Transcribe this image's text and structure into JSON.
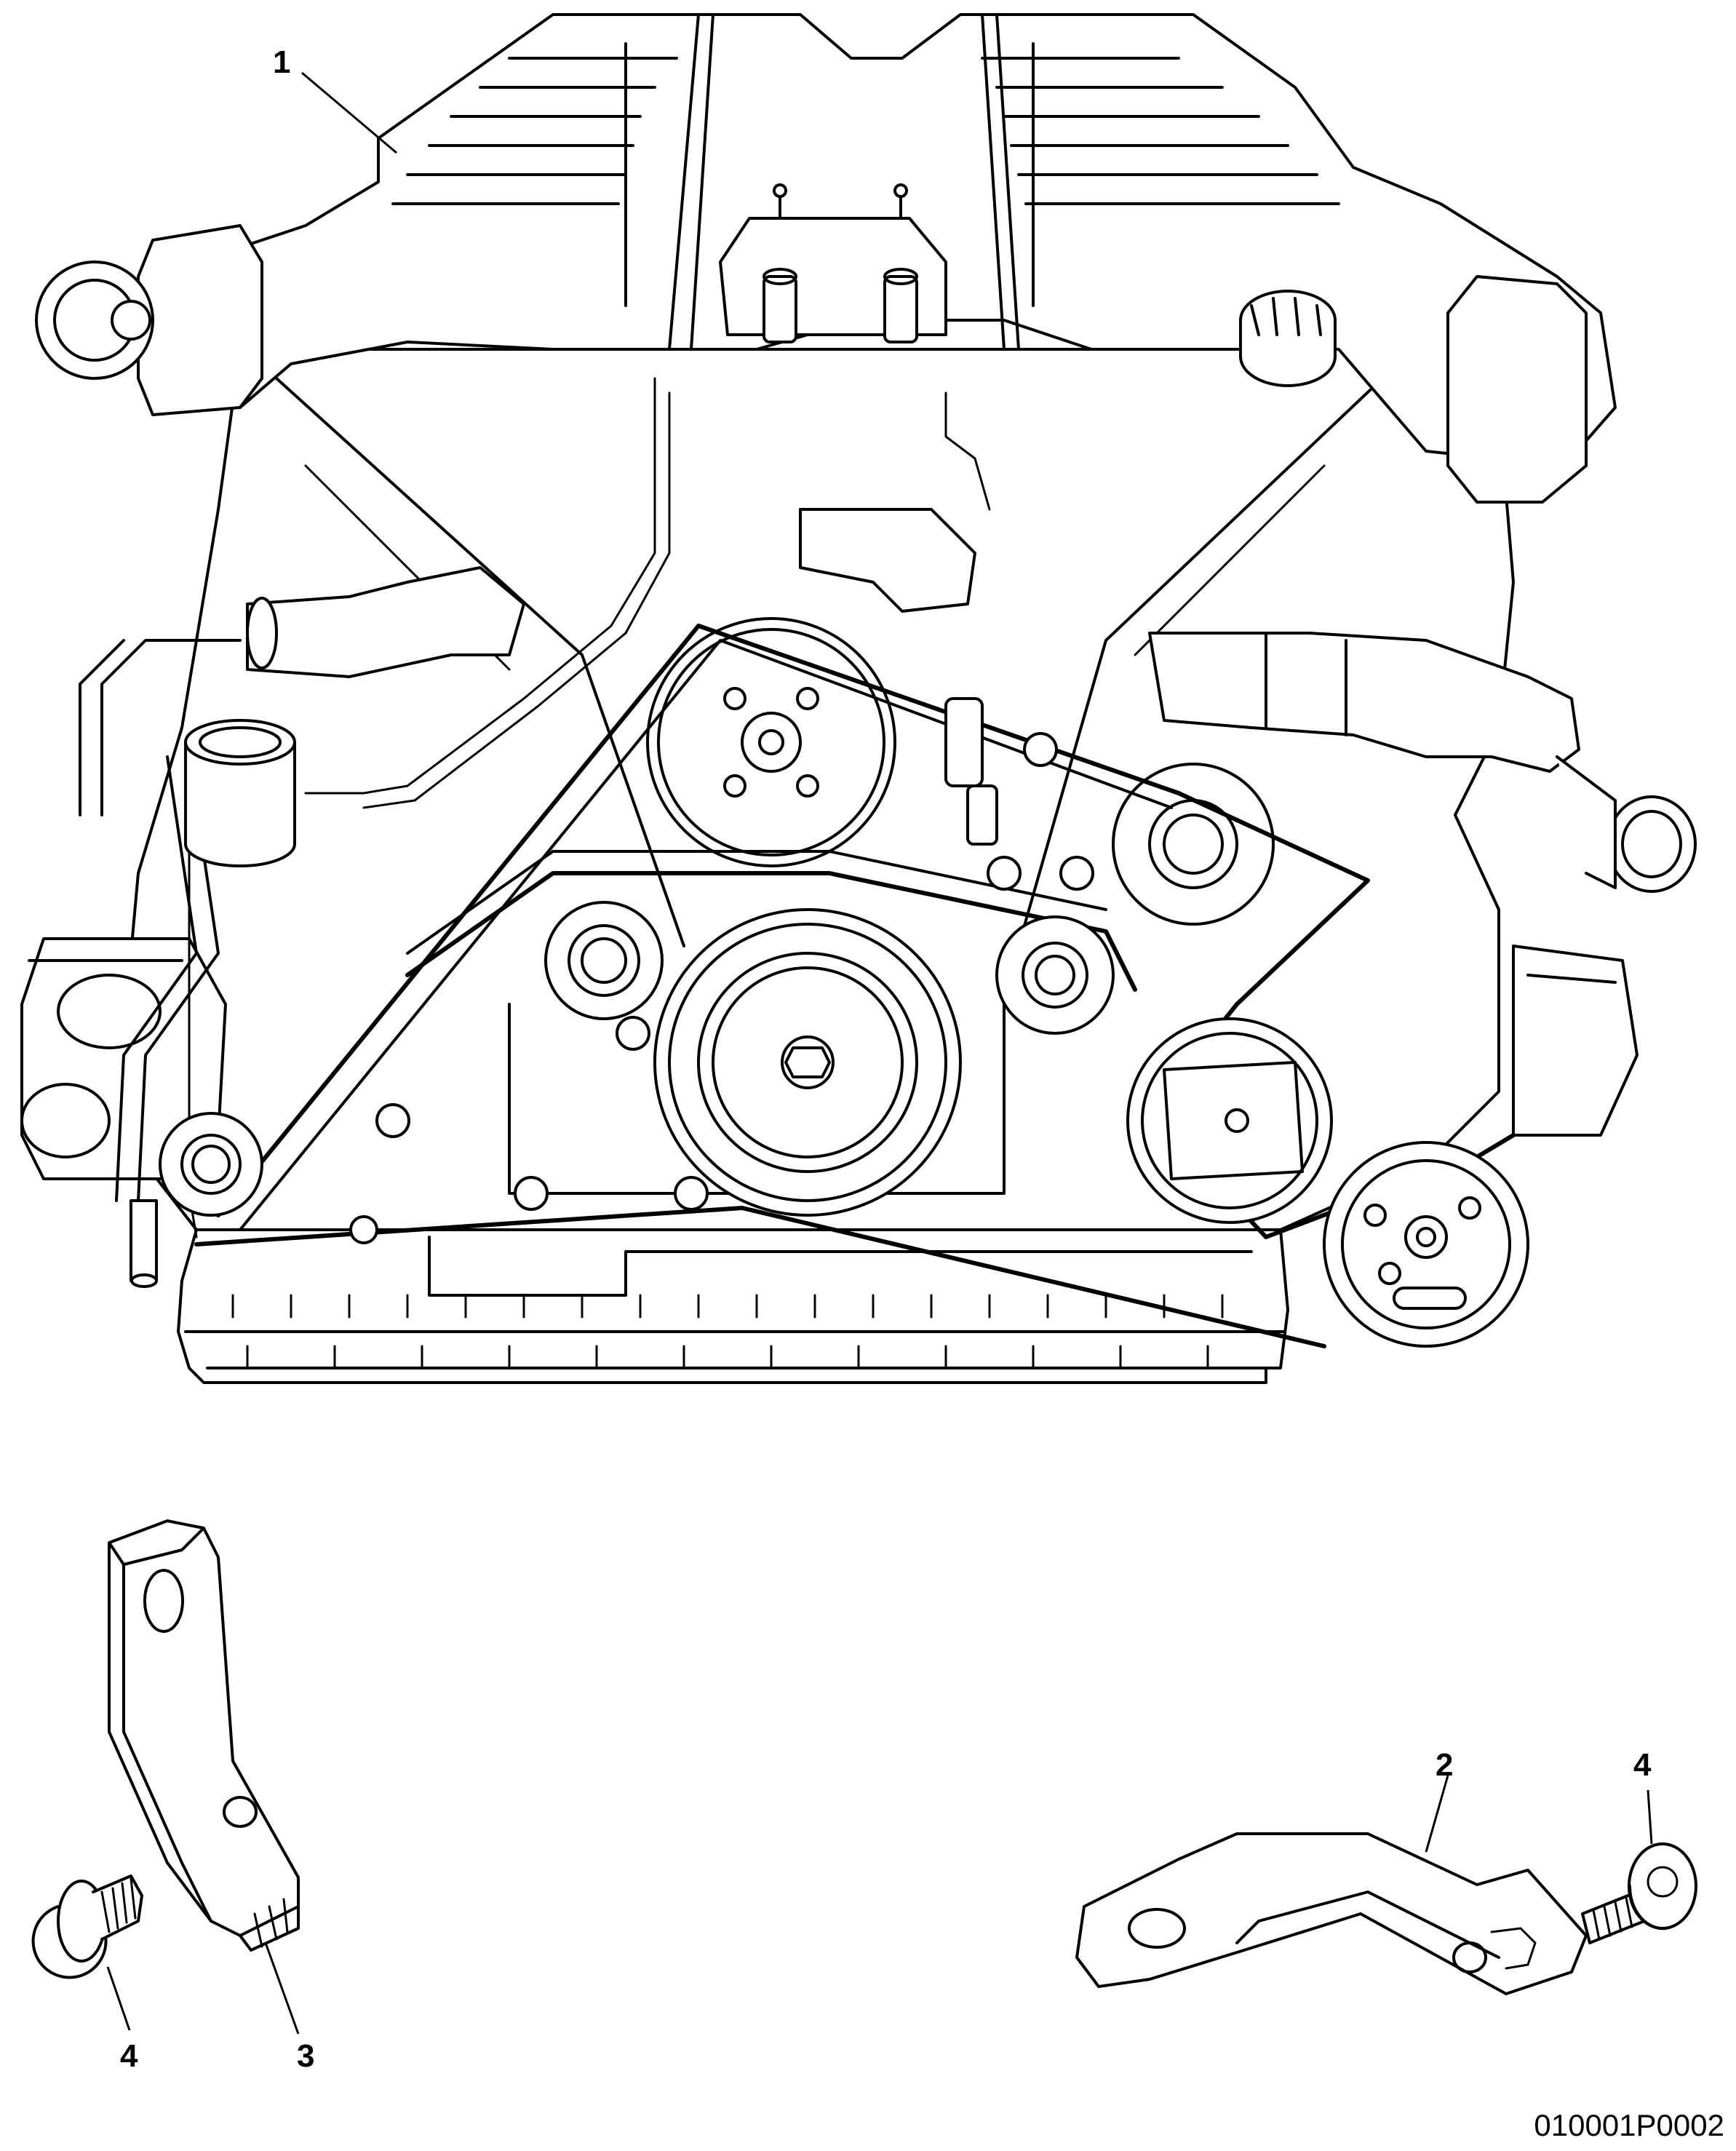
{
  "callouts": {
    "engine": "1",
    "bracket_right": "2",
    "bracket_left": "3",
    "bolt_left": "4",
    "bolt_right": "4"
  },
  "drawing_number": "010001P0002",
  "colors": {
    "line": "#000000",
    "background": "#ffffff"
  }
}
